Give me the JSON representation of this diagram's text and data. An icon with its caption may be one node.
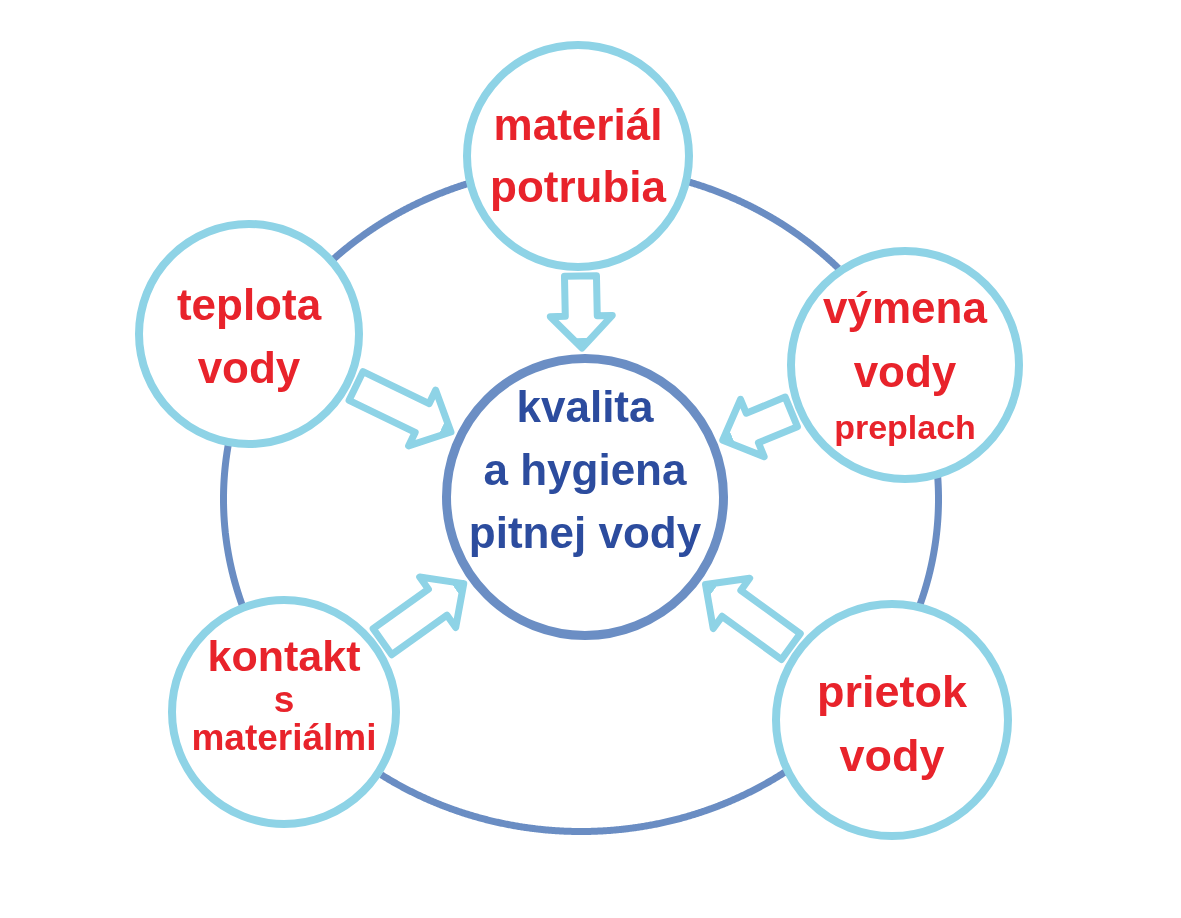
{
  "diagram": {
    "nodes": [
      {
        "text": [
          "kvalita a hygiena pitnej vody"
        ]
      },
      {
        "text": [
          "materiál potrubia"
        ]
      },
      {
        "text": [
          "teplota vody"
        ]
      },
      {
        "text": [
          "výmena vody",
          "preplach"
        ]
      },
      {
        "text": [
          "kontakt",
          "s materiálmi"
        ]
      },
      {
        "text": [
          "prietok vody"
        ]
      }
    ],
    "edges": [
      {
        "from": 1,
        "to": 0,
        "arrow": "to"
      },
      {
        "from": 2,
        "to": 0,
        "arrow": "to"
      },
      {
        "from": 3,
        "to": 0,
        "arrow": "to"
      },
      {
        "from": 4,
        "to": 0,
        "arrow": "to"
      },
      {
        "from": 5,
        "to": 0,
        "arrow": "to"
      },
      {
        "from": 1,
        "to": 3,
        "arrow": "none",
        "color": "#6a8dc3"
      },
      {
        "from": 3,
        "to": 5,
        "arrow": "none",
        "color": "#6a8dc3"
      },
      {
        "from": 5,
        "to": 4,
        "arrow": "none",
        "color": "#6a8dc3"
      },
      {
        "from": 4,
        "to": 2,
        "arrow": "none",
        "color": "#6a8dc3"
      },
      {
        "from": 2,
        "to": 1,
        "arrow": "none",
        "color": "#6a8dc3"
      }
    ]
  }
}
